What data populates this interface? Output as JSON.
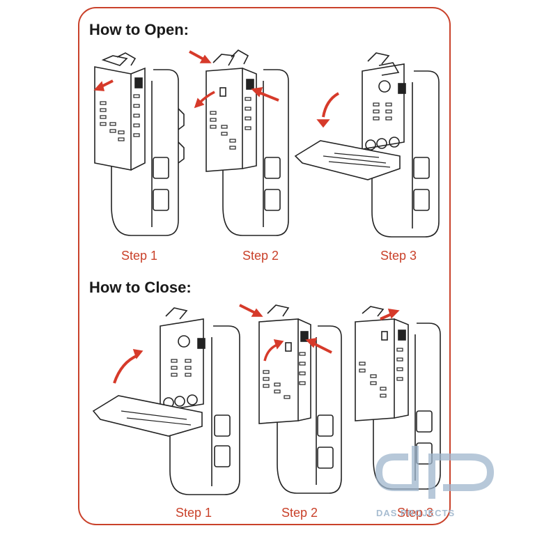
{
  "open": {
    "heading": "How to Open:",
    "steps": [
      "Step 1",
      "Step 2",
      "Step 3"
    ]
  },
  "close": {
    "heading": "How to Close:",
    "steps": [
      "Step 1",
      "Step 2",
      "Step 3"
    ]
  },
  "watermark": {
    "text": "DAS PROJECTS"
  },
  "colors": {
    "accent": "#c9412a",
    "arrow": "#d63a2a",
    "line": "#222222",
    "watermark": "#9fb6cd"
  }
}
